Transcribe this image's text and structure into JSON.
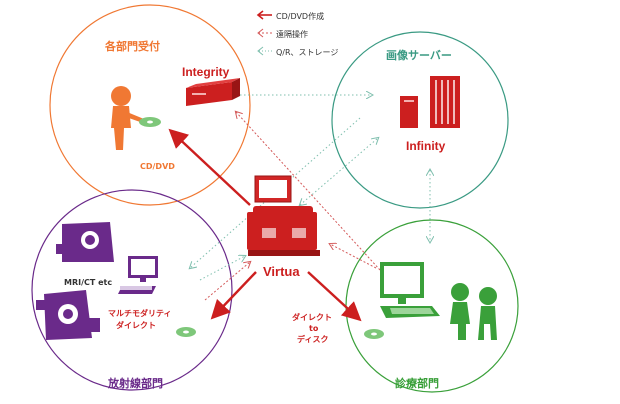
{
  "legend": {
    "items": [
      {
        "label": "CD/DVD作成",
        "color": "#cc1f1f",
        "style": "solid"
      },
      {
        "label": "遠隔操作",
        "color": "#d45a5a",
        "style": "dashed"
      },
      {
        "label": "Q/R、ストレージ",
        "color": "#7fbfae",
        "style": "dotted"
      }
    ]
  },
  "zones": {
    "reception": {
      "title": "各部門受付",
      "color": "#f07833"
    },
    "image_server": {
      "title": "画像サーバー",
      "color": "#3a9a83"
    },
    "radiology": {
      "title": "放射線部門",
      "color": "#6a2a8a"
    },
    "clinical": {
      "title": "診療部門",
      "color": "#3aa03a"
    }
  },
  "devices": {
    "integrity": "Integrity",
    "infinity": "Infinity",
    "virtua": "Virtua"
  },
  "labels": {
    "cd_dvd": "CD/DVD",
    "mri_ct": "MRI/CT etc",
    "multimodality_line1": "マルチモダリティ",
    "multimodality_line2": "ダイレクト",
    "direct_disk_line1": "ダイレクト",
    "direct_disk_line2": "to",
    "direct_disk_line3": "ディスク"
  },
  "colors": {
    "brand_red": "#cc1f1f",
    "orange": "#f07833",
    "teal": "#3a9a83",
    "purple": "#6a2a8a",
    "green": "#3aa03a"
  }
}
